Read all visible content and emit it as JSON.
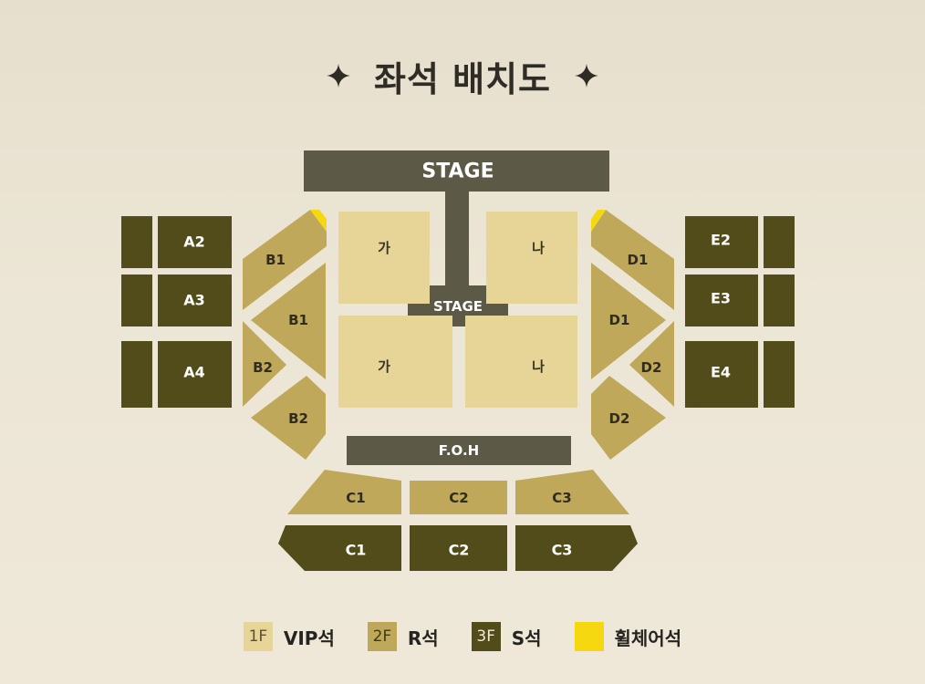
{
  "title": "좌석 배치도",
  "colors": {
    "floor1": "#e7d597",
    "floor2": "#c0a85a",
    "floor3": "#524b1a",
    "wheelchair": "#f6d811",
    "stage": "#5c5947",
    "title": "#2f2c25"
  },
  "stage": {
    "main_label": "STAGE",
    "thrust_label": "STAGE",
    "foh_label": "F.O.H"
  },
  "sections": {
    "A2": "A2",
    "A3": "A3",
    "A4": "A4",
    "B1": "B1",
    "B2": "B2",
    "C1": "C1",
    "C2": "C2",
    "C3": "C3",
    "D1": "D1",
    "D2": "D2",
    "E2": "E2",
    "E3": "E3",
    "E4": "E4",
    "ga": "가",
    "na": "나"
  },
  "legend": [
    {
      "swatch": "1F",
      "label": "VIP석"
    },
    {
      "swatch": "2F",
      "label": "R석"
    },
    {
      "swatch": "3F",
      "label": "S석"
    },
    {
      "swatch": "",
      "label": "휠체어석"
    }
  ]
}
